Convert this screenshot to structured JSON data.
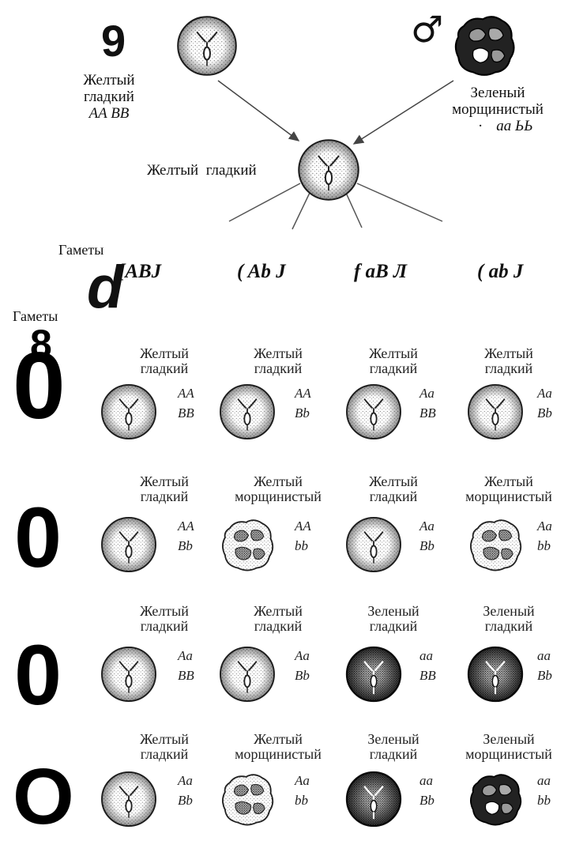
{
  "female": {
    "sign": "9",
    "label1": "Желтый",
    "label2": "гладкий",
    "genotype": "AA BB"
  },
  "male": {
    "sign": "♂",
    "label1": "Зеленый",
    "label2": "морщинистый",
    "genotype": "aa ЬЬ",
    "dot": "·"
  },
  "f1": {
    "label": "Желтый  гладкий"
  },
  "gametes_top_label": "Гаметы",
  "gametes_left_label": "Гаметы",
  "male_gamete_mark": "d",
  "gametes": [
    "[ABJ",
    "( Ab  J",
    "f  aB Л",
    "( ab J"
  ],
  "row_marks": [
    "0",
    "0",
    "0",
    "O"
  ],
  "row_mark_top_extra": "8",
  "grid": [
    [
      {
        "l1": "Желтый",
        "l2": "гладкий",
        "g1": "AA",
        "g2": "BB",
        "pea": "yellow-smooth"
      },
      {
        "l1": "Желтый",
        "l2": "гладкий",
        "g1": "AA",
        "g2": "Bb",
        "pea": "yellow-smooth"
      },
      {
        "l1": "Желтый",
        "l2": "гладкий",
        "g1": "Aa",
        "g2": "BB",
        "pea": "yellow-smooth"
      },
      {
        "l1": "Желтый",
        "l2": "гладкий",
        "g1": "Aa",
        "g2": "Bb",
        "pea": "yellow-smooth"
      }
    ],
    [
      {
        "l1": "Желтый",
        "l2": "гладкий",
        "g1": "AA",
        "g2": "Bb",
        "pea": "yellow-smooth"
      },
      {
        "l1": "Желтый",
        "l2": "морщинистый",
        "g1": "AA",
        "g2": "bb",
        "pea": "yellow-wrinkled"
      },
      {
        "l1": "Желтый",
        "l2": "гладкий",
        "g1": "Aa",
        "g2": "Bb",
        "pea": "yellow-smooth"
      },
      {
        "l1": "Желтый",
        "l2": "морщинистый",
        "g1": "Aa",
        "g2": "bb",
        "pea": "yellow-wrinkled"
      }
    ],
    [
      {
        "l1": "Желтый",
        "l2": "гладкий",
        "g1": "Aa",
        "g2": "BB",
        "pea": "yellow-smooth"
      },
      {
        "l1": "Желтый",
        "l2": "гладкий",
        "g1": "Aa",
        "g2": "Bb",
        "pea": "yellow-smooth"
      },
      {
        "l1": "Зеленый",
        "l2": "гладкий",
        "g1": "aa",
        "g2": "BB",
        "pea": "green-smooth"
      },
      {
        "l1": "Зеленый",
        "l2": "гладкий",
        "g1": "aa",
        "g2": "Bb",
        "pea": "green-smooth"
      }
    ],
    [
      {
        "l1": "Желтый",
        "l2": "гладкий",
        "g1": "Aa",
        "g2": "Bb",
        "pea": "yellow-smooth"
      },
      {
        "l1": "Желтый",
        "l2": "морщинистый",
        "g1": "Aa",
        "g2": "bb",
        "pea": "yellow-wrinkled"
      },
      {
        "l1": "Зеленый",
        "l2": "гладкий",
        "g1": "aa",
        "g2": "Bb",
        "pea": "green-smooth"
      },
      {
        "l1": "Зеленый",
        "l2": "морщинистый",
        "g1": "aa",
        "g2": "bb",
        "pea": "green-wrinkled"
      }
    ]
  ]
}
